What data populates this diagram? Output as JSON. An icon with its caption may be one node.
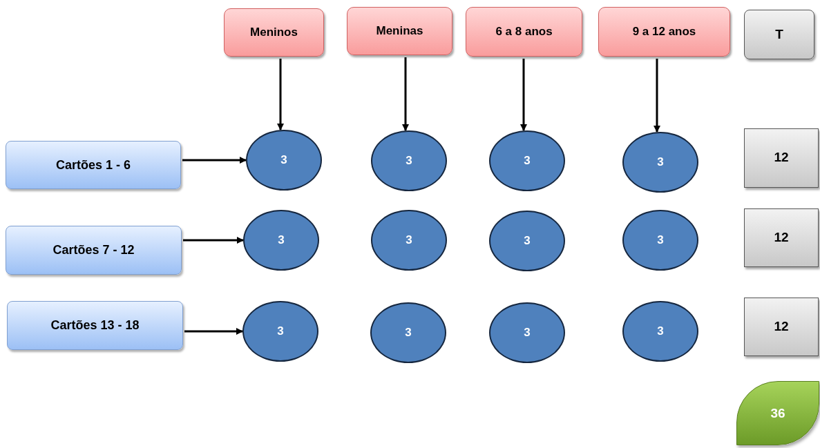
{
  "diagram": {
    "nodes": [
      {
        "text": [
          "Meninos"
        ]
      },
      {
        "text": [
          "Meninas"
        ]
      },
      {
        "text": [
          "6 a 8 anos"
        ]
      },
      {
        "text": [
          "9 a 12 anos"
        ]
      },
      {
        "text": [
          "T"
        ]
      },
      {
        "text": [
          "Cartões 1 - 6"
        ]
      },
      {
        "text": [
          "3"
        ]
      },
      {
        "text": [
          "3"
        ]
      },
      {
        "text": [
          "3"
        ]
      },
      {
        "text": [
          "3"
        ]
      },
      {
        "text": [
          "12"
        ]
      },
      {
        "text": [
          "Cartões 7 - 12"
        ]
      },
      {
        "text": [
          "3"
        ]
      },
      {
        "text": [
          "3"
        ]
      },
      {
        "text": [
          "3"
        ]
      },
      {
        "text": [
          "3"
        ]
      },
      {
        "text": [
          "12"
        ]
      },
      {
        "text": [
          "Cartões 13 - 18"
        ]
      },
      {
        "text": [
          "3"
        ]
      },
      {
        "text": [
          "3"
        ]
      },
      {
        "text": [
          "3"
        ]
      },
      {
        "text": [
          "3"
        ]
      },
      {
        "text": [
          "12"
        ]
      },
      {
        "text": [
          "36"
        ]
      }
    ],
    "edges": [
      {
        "from": 0,
        "to": 6,
        "arrow": "to"
      },
      {
        "from": 1,
        "to": 7,
        "arrow": "to"
      },
      {
        "from": 2,
        "to": 8,
        "arrow": "to"
      },
      {
        "from": 3,
        "to": 9,
        "arrow": "to"
      },
      {
        "from": 5,
        "to": 6,
        "arrow": "to"
      },
      {
        "from": 11,
        "to": 12,
        "arrow": "to"
      },
      {
        "from": 17,
        "to": 18,
        "arrow": "to"
      }
    ]
  }
}
